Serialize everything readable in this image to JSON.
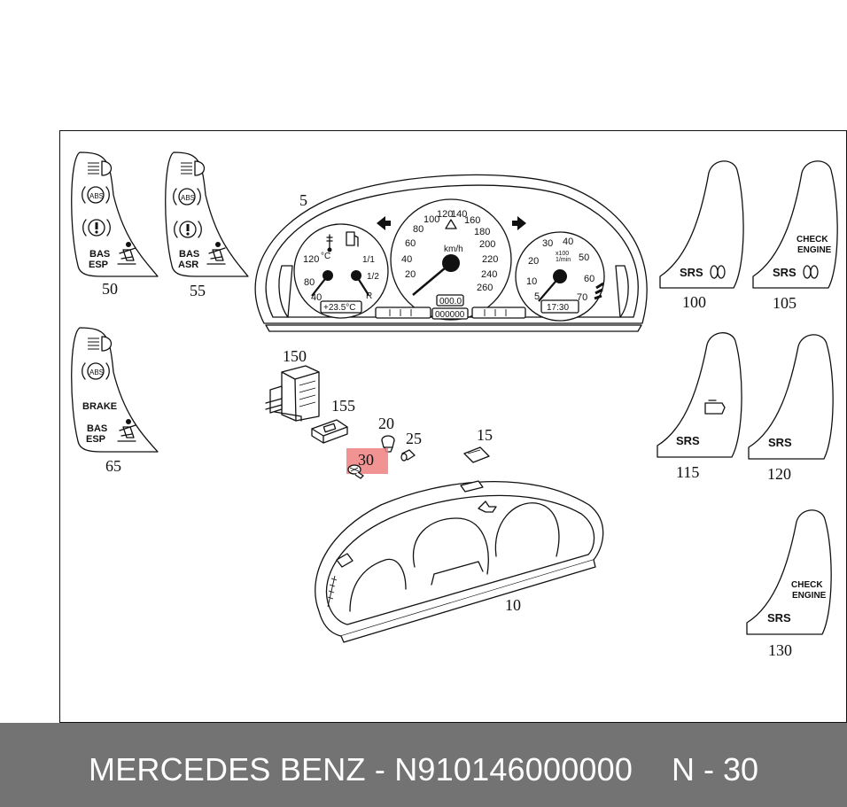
{
  "footer": {
    "title": "MERCEDES BENZ - N910146000000",
    "code": "N - 30"
  },
  "callouts": {
    "c5": "5",
    "c10": "10",
    "c15": "15",
    "c20": "20",
    "c25": "25",
    "c30": "30",
    "c50": "50",
    "c55": "55",
    "c65": "65",
    "c100": "100",
    "c105": "105",
    "c115": "115",
    "c120": "120",
    "c130": "130",
    "c150": "150",
    "c155": "155"
  },
  "highlight": {
    "color": "#f08080"
  },
  "speedometer": {
    "unit": "km/h",
    "ticks": [
      "20",
      "40",
      "60",
      "80",
      "100",
      "120",
      "140",
      "160",
      "180",
      "200",
      "220",
      "240",
      "260"
    ],
    "odometer_trip": "000.0",
    "odometer_total": "000000"
  },
  "tachometer": {
    "ticks": [
      "5",
      "10",
      "20",
      "30",
      "40",
      "50",
      "60",
      "70"
    ],
    "unit_line1": "x100",
    "unit_line2": "1/min",
    "clock": "17:30"
  },
  "temp_gauge": {
    "ticks": [
      "40",
      "80",
      "120"
    ],
    "unit": "°C",
    "outside_temp": "+23.5°C"
  },
  "fuel_gauge": {
    "full": "1/1",
    "half": "1/2",
    "reserve": "R"
  },
  "panels": {
    "p50": {
      "line1": "BAS",
      "line2": "ESP"
    },
    "p55": {
      "line1": "BAS",
      "line2": "ASR"
    },
    "p65": {
      "top": "BRAKE",
      "line1": "BAS",
      "line2": "ESP"
    },
    "p100": {
      "label": "SRS"
    },
    "p105": {
      "check1": "CHECK",
      "check2": "ENGINE",
      "label": "SRS"
    },
    "p115": {
      "label": "SRS"
    },
    "p120": {
      "label": "SRS"
    },
    "p130": {
      "check1": "CHECK",
      "check2": "ENGINE",
      "label": "SRS"
    },
    "abs": "ABS"
  }
}
